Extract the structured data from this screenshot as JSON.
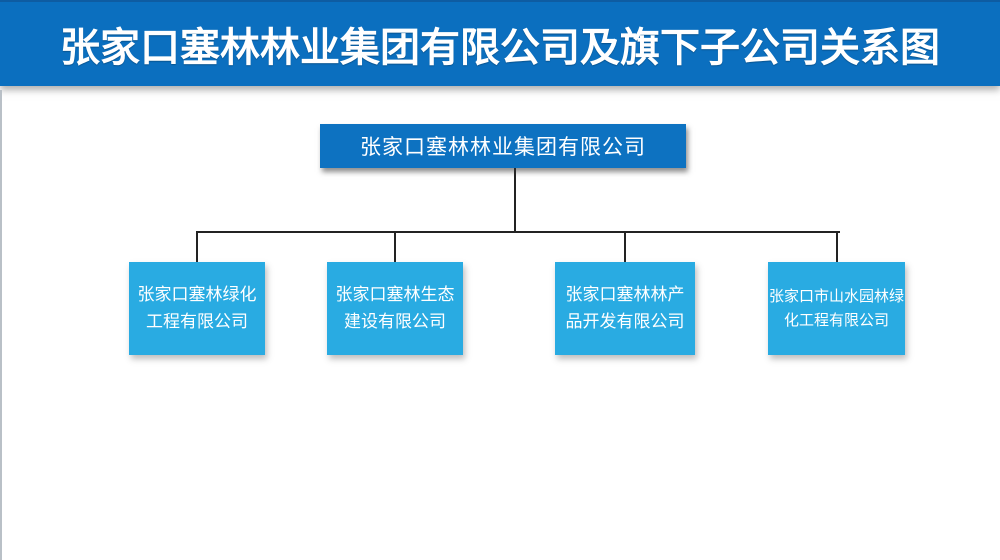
{
  "slide": {
    "title": "张家口塞林林业集团有限公司及旗下子公司关系图"
  },
  "org_chart": {
    "type": "org-tree",
    "root": {
      "name": "张家口塞林林业集团有限公司"
    },
    "children": [
      {
        "name": "张家口塞林绿化工程有限公司",
        "line1": "张家口塞林绿化",
        "line2": "工程有限公司"
      },
      {
        "name": "张家口塞林生态建设有限公司",
        "line1": "张家口塞林生态",
        "line2": "建设有限公司"
      },
      {
        "name": "张家口塞林林产品开发有限公司",
        "line1": "张家口塞林林产",
        "line2": "品开发有限公司"
      },
      {
        "name": "张家口市山水园林绿化工程有限公司",
        "line1": "张家口市山水园林绿",
        "line2": "化工程有限公司"
      }
    ]
  },
  "colors": {
    "banner_blue": "#0b6fbf",
    "root_box_blue": "#0d72c1",
    "child_box_cyan": "#29abe2",
    "connector_dark": "#232323",
    "text_white": "#ffffff"
  }
}
